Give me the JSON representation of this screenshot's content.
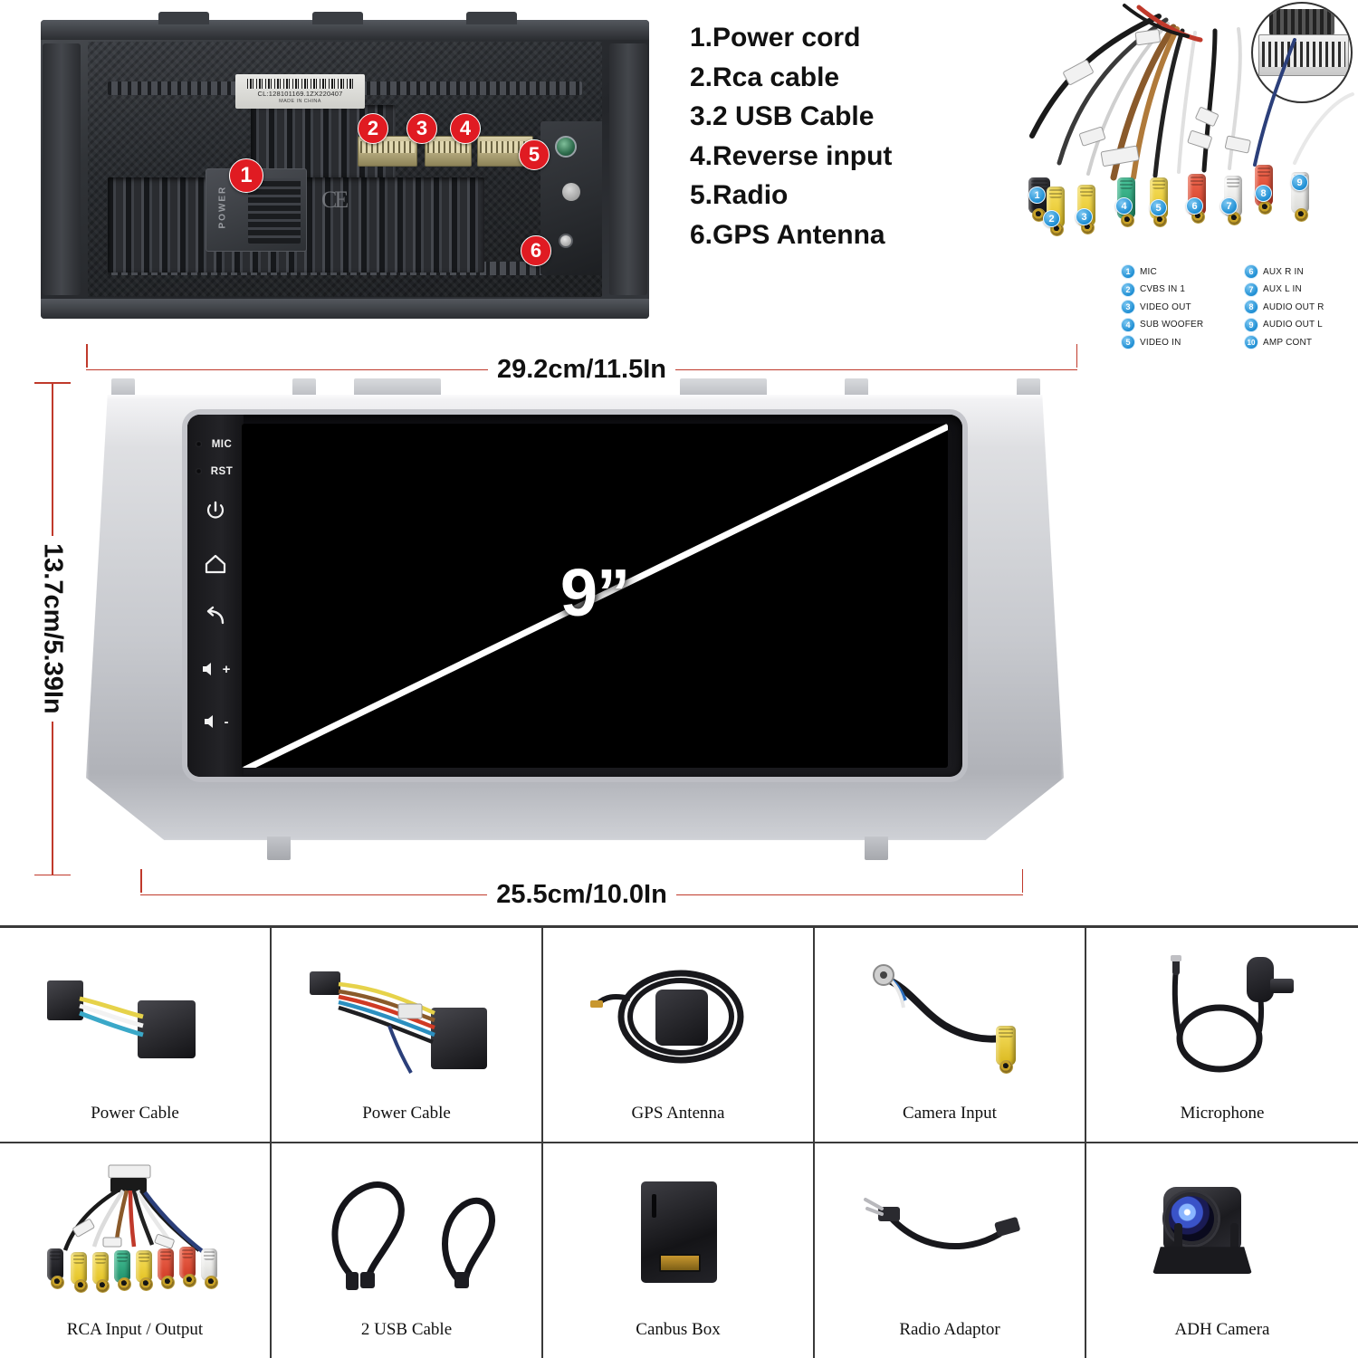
{
  "parts_legend": {
    "items": [
      "1.Power cord",
      "2.Rca cable",
      "3.2 USB Cable",
      "4.Reverse input",
      "5.Radio",
      "6.GPS Antenna"
    ]
  },
  "chassis": {
    "sticker_code": "CL:128101169.1ZX220407",
    "sticker_origin": "MADE IN CHINA",
    "power_text": "POWER",
    "ce_mark": "CE",
    "markers": [
      "1",
      "2",
      "3",
      "4",
      "5",
      "6"
    ]
  },
  "rca_harness": {
    "plug_numbers": [
      "1",
      "2",
      "3",
      "4",
      "5",
      "6",
      "7",
      "8",
      "9"
    ],
    "colors": {
      "mic": "#16161a",
      "yellow": "#f2d12e",
      "green": "#24a37a",
      "red": "#e0452f",
      "white": "#f0f0ee"
    }
  },
  "rca_legend": {
    "left": [
      {
        "num": "1",
        "label": "MIC"
      },
      {
        "num": "2",
        "label": "CVBS IN 1"
      },
      {
        "num": "3",
        "label": "VIDEO OUT"
      },
      {
        "num": "4",
        "label": "SUB WOOFER"
      },
      {
        "num": "5",
        "label": "VIDEO IN"
      }
    ],
    "right": [
      {
        "num": "6",
        "label": "AUX R IN"
      },
      {
        "num": "7",
        "label": "AUX L IN"
      },
      {
        "num": "8",
        "label": "AUDIO OUT R"
      },
      {
        "num": "9",
        "label": "AUDIO OUT L"
      },
      {
        "num": "10",
        "label": "AMP CONT"
      }
    ]
  },
  "dimensions": {
    "width_top": "29.2cm/11.5In",
    "height_left": "13.7cm/5.39In",
    "width_bottom": "25.5cm/10.0In",
    "accent_color": "#c0392b"
  },
  "head_unit": {
    "screen_size": "9”",
    "buttons": [
      {
        "type": "led",
        "label": "MIC"
      },
      {
        "type": "led",
        "label": "RST"
      },
      {
        "type": "icon",
        "icon": "power-icon"
      },
      {
        "type": "icon",
        "icon": "home-icon"
      },
      {
        "type": "icon",
        "icon": "back-icon"
      },
      {
        "type": "icon",
        "icon": "volume-up-icon",
        "label": "+"
      },
      {
        "type": "icon",
        "icon": "volume-down-icon",
        "label": "-"
      }
    ]
  },
  "accessories": {
    "row1": [
      {
        "label": "Power Cable",
        "art": "power-cable-a"
      },
      {
        "label": "Power Cable",
        "art": "power-cable-b"
      },
      {
        "label": "GPS Antenna",
        "art": "gps-antenna"
      },
      {
        "label": "Camera Input",
        "art": "camera-input"
      },
      {
        "label": "Microphone",
        "art": "microphone"
      }
    ],
    "row2": [
      {
        "label": "RCA Input / Output",
        "art": "rca-harness"
      },
      {
        "label": "2 USB Cable",
        "art": "usb-cables"
      },
      {
        "label": "Canbus Box",
        "art": "canbus-box"
      },
      {
        "label": "Radio Adaptor",
        "art": "radio-adaptor"
      },
      {
        "label": "ADH Camera",
        "art": "adh-camera"
      }
    ]
  }
}
